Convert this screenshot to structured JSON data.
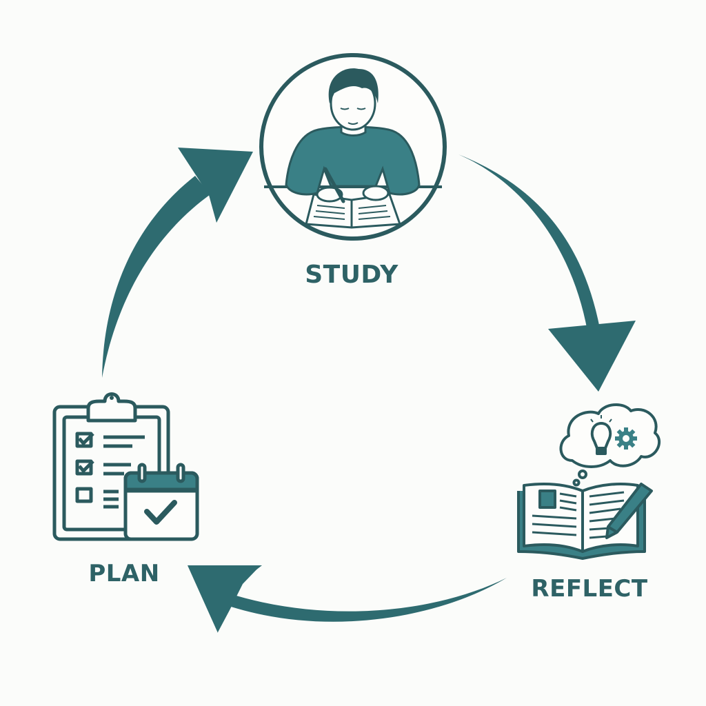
{
  "diagram": {
    "type": "cycle",
    "direction": "clockwise",
    "stages": [
      {
        "id": "study",
        "label": "STUDY",
        "icon": "student-writing-in-book-icon",
        "position": "top"
      },
      {
        "id": "reflect",
        "label": "REFLECT",
        "icon": "open-journal-with-pen-and-thought-bubble-icon",
        "position": "bottom-right"
      },
      {
        "id": "plan",
        "label": "PLAN",
        "icon": "clipboard-checklist-with-calendar-icon",
        "position": "bottom-left"
      }
    ],
    "arrows": [
      {
        "from": "study",
        "to": "reflect"
      },
      {
        "from": "reflect",
        "to": "plan"
      },
      {
        "from": "plan",
        "to": "study"
      }
    ]
  },
  "colors": {
    "primary": "#2e6b70",
    "dark_outline": "#2b5a5e",
    "fill_teal": "#3a8086",
    "background": "#fbfcfa"
  }
}
